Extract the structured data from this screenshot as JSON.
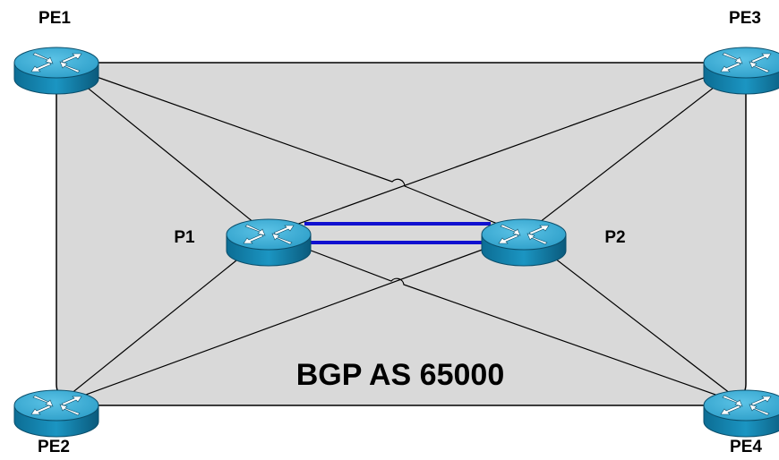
{
  "diagram": {
    "as_label": "BGP AS 65000",
    "colors": {
      "as_region_fill": "#d9d9d9",
      "link_color": "#000000",
      "core_link_color": "#1010d0",
      "router_body": "#1a8bb5",
      "router_top": "#35a9d0",
      "router_bottom": "#0c5f80",
      "router_arrows": "#ffffff"
    },
    "routers": [
      {
        "id": "PE1",
        "label": "PE1",
        "icon": "router-icon"
      },
      {
        "id": "PE2",
        "label": "PE2",
        "icon": "router-icon"
      },
      {
        "id": "PE3",
        "label": "PE3",
        "icon": "router-icon"
      },
      {
        "id": "PE4",
        "label": "PE4",
        "icon": "router-icon"
      },
      {
        "id": "P1",
        "label": "P1",
        "icon": "router-icon"
      },
      {
        "id": "P2",
        "label": "P2",
        "icon": "router-icon"
      }
    ],
    "links": [
      {
        "from": "PE1",
        "to": "P1",
        "type": "ethernet"
      },
      {
        "from": "PE1",
        "to": "P2",
        "type": "ethernet"
      },
      {
        "from": "PE2",
        "to": "P1",
        "type": "ethernet"
      },
      {
        "from": "PE2",
        "to": "P2",
        "type": "ethernet"
      },
      {
        "from": "PE3",
        "to": "P1",
        "type": "ethernet"
      },
      {
        "from": "PE3",
        "to": "P2",
        "type": "ethernet"
      },
      {
        "from": "PE4",
        "to": "P1",
        "type": "ethernet"
      },
      {
        "from": "PE4",
        "to": "P2",
        "type": "ethernet"
      },
      {
        "from": "P1",
        "to": "P2",
        "type": "core"
      },
      {
        "from": "P1",
        "to": "P2",
        "type": "core"
      }
    ]
  }
}
